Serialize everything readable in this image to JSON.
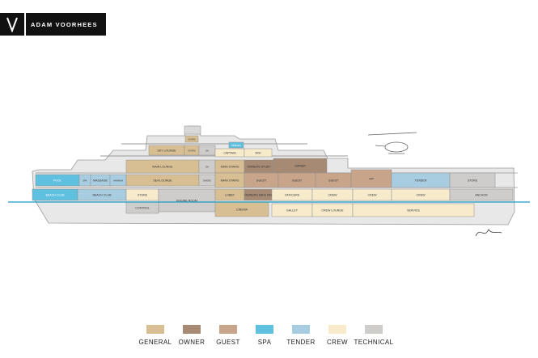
{
  "brand": {
    "name": "ADAM VOORHEES",
    "logo_icon": "v-logo-icon"
  },
  "colors": {
    "general": "#d8bf93",
    "owner": "#a68a73",
    "guest": "#c8a48a",
    "spa": "#5fc0e0",
    "tender": "#a8cde0",
    "crew": "#f7ebcc",
    "technical": "#cfcccc",
    "hull": "#e6e6e6",
    "water": "#1c9ac6"
  },
  "rooms": [
    {
      "id": "stairs-top",
      "label": "STAIRS",
      "zone": "general"
    },
    {
      "id": "spa-top",
      "label": "MOBILES",
      "zone": "spa"
    },
    {
      "id": "sky-lounge",
      "label": "SKY LOUNGE",
      "zone": "general"
    },
    {
      "id": "stairs-sky",
      "label": "STAIRS",
      "zone": "general"
    },
    {
      "id": "dh-sky",
      "label": "DH",
      "zone": "technical"
    },
    {
      "id": "captain",
      "label": "CAPTAIN",
      "zone": "crew"
    },
    {
      "id": "wh",
      "label": "W/H",
      "zone": "crew"
    },
    {
      "id": "main-lounge",
      "label": "MAIN LOUNGE",
      "zone": "general"
    },
    {
      "id": "dh-main",
      "label": "DH",
      "zone": "technical"
    },
    {
      "id": "main-stairs",
      "label": "MAIN STAIRS",
      "zone": "general"
    },
    {
      "id": "owners-study",
      "label": "OWNERS STUDY",
      "zone": "owner"
    },
    {
      "id": "owner",
      "label": "OWNER",
      "zone": "owner"
    },
    {
      "id": "pool",
      "label": "POOL",
      "zone": "spa"
    },
    {
      "id": "spa",
      "label": "SPA",
      "zone": "tender"
    },
    {
      "id": "massage",
      "label": "MASSAGE",
      "zone": "tender"
    },
    {
      "id": "hammam",
      "label": "HAMMAM",
      "zone": "tender"
    },
    {
      "id": "sea-lounge",
      "label": "SEA LOUNGE",
      "zone": "general"
    },
    {
      "id": "dh-sea",
      "label": "DH/DRG",
      "zone": "technical"
    },
    {
      "id": "main-stairs-2",
      "label": "MAIN STAIRS",
      "zone": "general"
    },
    {
      "id": "guest-1",
      "label": "GUEST",
      "zone": "guest"
    },
    {
      "id": "guest-2",
      "label": "GUEST",
      "zone": "guest"
    },
    {
      "id": "guest-3",
      "label": "GUEST",
      "zone": "guest"
    },
    {
      "id": "vip",
      "label": "VIP",
      "zone": "guest"
    },
    {
      "id": "tender",
      "label": "TENDER",
      "zone": "tender"
    },
    {
      "id": "store-fwd",
      "label": "STORE",
      "zone": "technical"
    },
    {
      "id": "beach-club-1",
      "label": "BEACH CLUB",
      "zone": "spa"
    },
    {
      "id": "beach-club-2",
      "label": "BEACH CLUB",
      "zone": "tender"
    },
    {
      "id": "store",
      "label": "STORE",
      "zone": "crew"
    },
    {
      "id": "engine-room",
      "label": "ENGINE ROOM",
      "zone": "technical"
    },
    {
      "id": "lobby",
      "label": "LOBBY",
      "zone": "general"
    },
    {
      "id": "owners-safe",
      "label": "OWNERS SAFE RM",
      "zone": "owner"
    },
    {
      "id": "officers",
      "label": "OFFICERS",
      "zone": "crew"
    },
    {
      "id": "crew-1",
      "label": "CREW",
      "zone": "crew"
    },
    {
      "id": "crew-2",
      "label": "CREW",
      "zone": "crew"
    },
    {
      "id": "crew-3",
      "label": "CREW",
      "zone": "crew"
    },
    {
      "id": "anchor",
      "label": "ANCHOR",
      "zone": "technical"
    },
    {
      "id": "control",
      "label": "CONTROL",
      "zone": "technical"
    },
    {
      "id": "cinema",
      "label": "CINEMA",
      "zone": "general"
    },
    {
      "id": "galley",
      "label": "GALLEY",
      "zone": "crew"
    },
    {
      "id": "crew-lounge",
      "label": "CREW LOUNGE",
      "zone": "crew"
    },
    {
      "id": "service",
      "label": "SERVICE",
      "zone": "crew"
    }
  ],
  "legend": [
    {
      "label": "GENERAL",
      "zone": "general"
    },
    {
      "label": "OWNER",
      "zone": "owner"
    },
    {
      "label": "GUEST",
      "zone": "guest"
    },
    {
      "label": "SPA",
      "zone": "spa"
    },
    {
      "label": "TENDER",
      "zone": "tender"
    },
    {
      "label": "CREW",
      "zone": "crew"
    },
    {
      "label": "TECHNICAL",
      "zone": "technical"
    }
  ]
}
